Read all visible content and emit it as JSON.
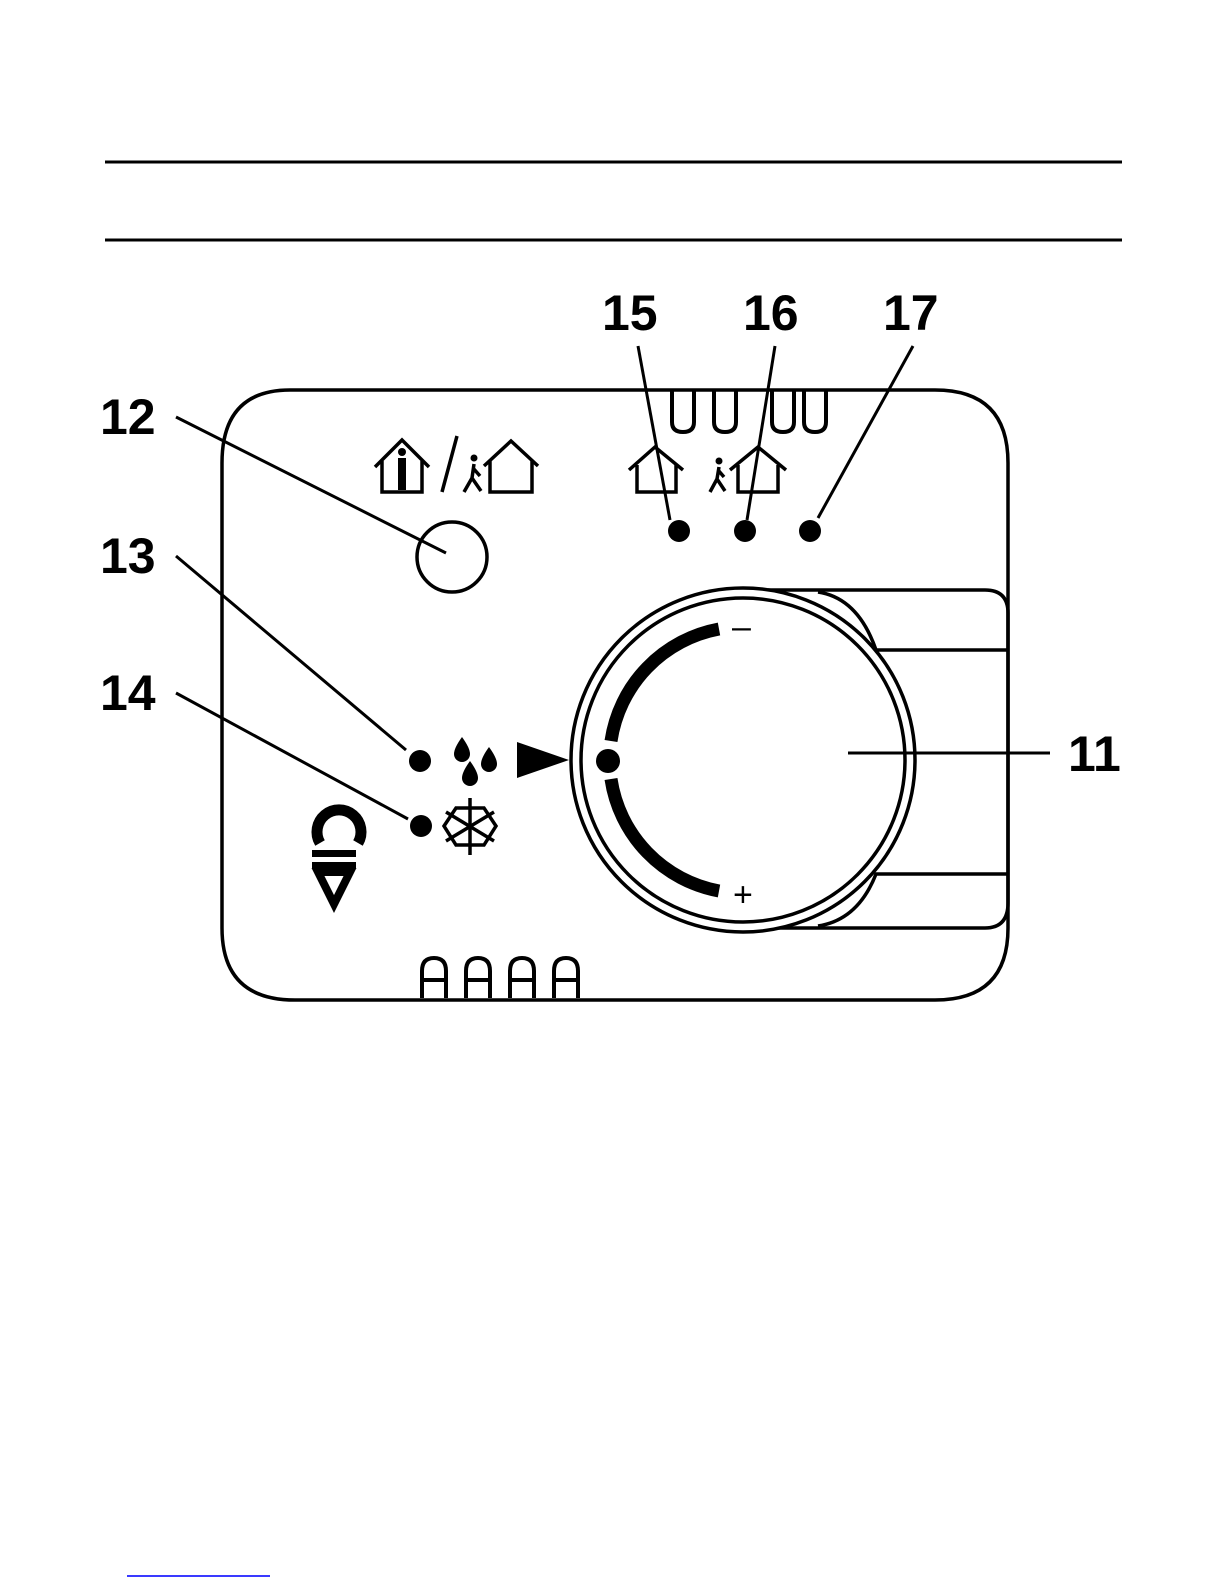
{
  "callouts": {
    "c11": "11",
    "c12": "12",
    "c13": "13",
    "c14": "14",
    "c15": "15",
    "c16": "16",
    "c17": "17"
  },
  "dial": {
    "minus": "–",
    "plus": "+"
  },
  "colors": {
    "ink": "#000000",
    "paper": "#ffffff",
    "link": "#3a3aff"
  },
  "icons": [
    "home-occupied-icon",
    "away-from-home-icon",
    "home-comfort-icon",
    "person-leaving-home-icon",
    "night-moon-icon",
    "water-drops-icon",
    "frost-snowflake-icon",
    "pointer-triangle-icon",
    "thermostat-logo-icon"
  ]
}
